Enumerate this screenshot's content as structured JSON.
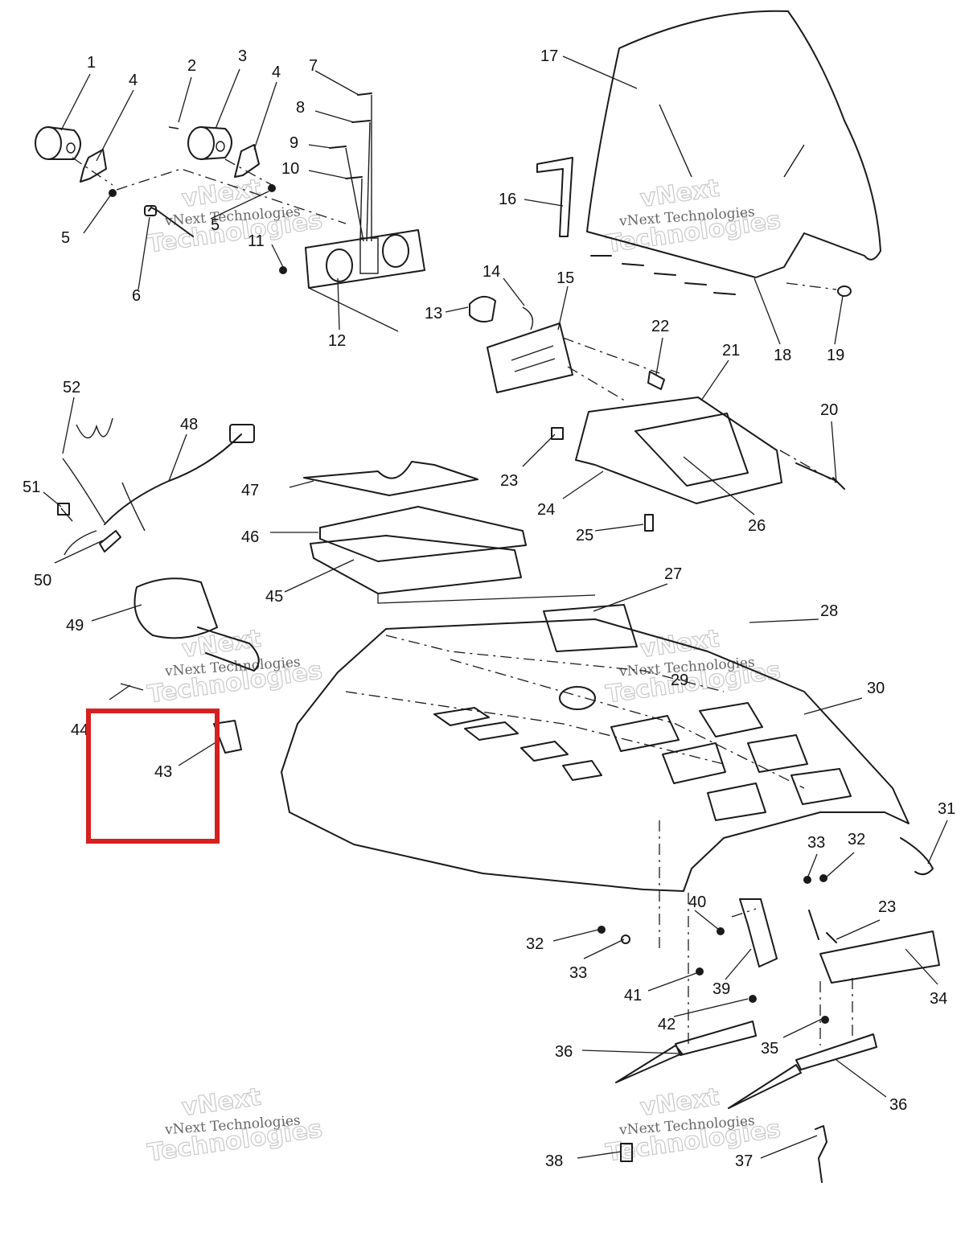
{
  "watermark": {
    "brand": "vNext",
    "line": "vNext Technologies",
    "word": "Technologies"
  },
  "highlight": {
    "color": "#d62020",
    "target_label": "43"
  },
  "callouts": [
    {
      "id": "1",
      "text": "1"
    },
    {
      "id": "2",
      "text": "2"
    },
    {
      "id": "3",
      "text": "3"
    },
    {
      "id": "4a",
      "text": "4"
    },
    {
      "id": "4b",
      "text": "4"
    },
    {
      "id": "5a",
      "text": "5"
    },
    {
      "id": "5b",
      "text": "5"
    },
    {
      "id": "6",
      "text": "6"
    },
    {
      "id": "7",
      "text": "7"
    },
    {
      "id": "8",
      "text": "8"
    },
    {
      "id": "9",
      "text": "9"
    },
    {
      "id": "10",
      "text": "10"
    },
    {
      "id": "11",
      "text": "11"
    },
    {
      "id": "12",
      "text": "12"
    },
    {
      "id": "13",
      "text": "13"
    },
    {
      "id": "14",
      "text": "14"
    },
    {
      "id": "15",
      "text": "15"
    },
    {
      "id": "16",
      "text": "16"
    },
    {
      "id": "17",
      "text": "17"
    },
    {
      "id": "18",
      "text": "18"
    },
    {
      "id": "19",
      "text": "19"
    },
    {
      "id": "20",
      "text": "20"
    },
    {
      "id": "21",
      "text": "21"
    },
    {
      "id": "22",
      "text": "22"
    },
    {
      "id": "23a",
      "text": "23"
    },
    {
      "id": "23b",
      "text": "23"
    },
    {
      "id": "24",
      "text": "24"
    },
    {
      "id": "25",
      "text": "25"
    },
    {
      "id": "26",
      "text": "26"
    },
    {
      "id": "27",
      "text": "27"
    },
    {
      "id": "28",
      "text": "28"
    },
    {
      "id": "29",
      "text": "29"
    },
    {
      "id": "30",
      "text": "30"
    },
    {
      "id": "31",
      "text": "31"
    },
    {
      "id": "32a",
      "text": "32"
    },
    {
      "id": "32b",
      "text": "32"
    },
    {
      "id": "33a",
      "text": "33"
    },
    {
      "id": "33b",
      "text": "33"
    },
    {
      "id": "34",
      "text": "34"
    },
    {
      "id": "35",
      "text": "35"
    },
    {
      "id": "36a",
      "text": "36"
    },
    {
      "id": "36b",
      "text": "36"
    },
    {
      "id": "37",
      "text": "37"
    },
    {
      "id": "38",
      "text": "38"
    },
    {
      "id": "39",
      "text": "39"
    },
    {
      "id": "40",
      "text": "40"
    },
    {
      "id": "41",
      "text": "41"
    },
    {
      "id": "42",
      "text": "42"
    },
    {
      "id": "43",
      "text": "43"
    },
    {
      "id": "44",
      "text": "44"
    },
    {
      "id": "45",
      "text": "45"
    },
    {
      "id": "46",
      "text": "46"
    },
    {
      "id": "47",
      "text": "47"
    },
    {
      "id": "48",
      "text": "48"
    },
    {
      "id": "49",
      "text": "49"
    },
    {
      "id": "50",
      "text": "50"
    },
    {
      "id": "51",
      "text": "51"
    },
    {
      "id": "52",
      "text": "52"
    }
  ]
}
